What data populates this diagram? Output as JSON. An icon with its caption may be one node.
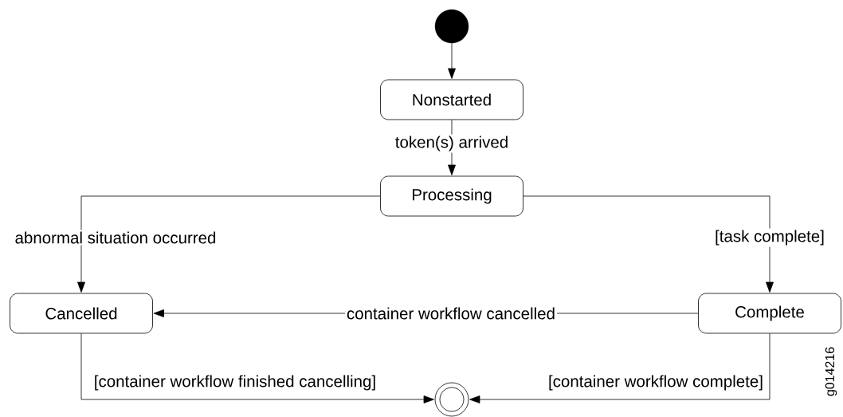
{
  "diagram": {
    "nodes": [
      {
        "text": [],
        "shape": "circle"
      },
      {
        "text": [
          "Nonstarted"
        ]
      },
      {
        "text": [
          "Processing"
        ]
      },
      {
        "text": [
          "Cancelled"
        ]
      },
      {
        "text": [
          "Complete"
        ]
      },
      {
        "text": [],
        "shape": "circle"
      }
    ],
    "edges": [
      {
        "from": 0,
        "to": 1,
        "arrow": "to"
      },
      {
        "from": 1,
        "to": 2,
        "arrow": "to",
        "label": "token(s) arrived"
      },
      {
        "from": 2,
        "to": 3,
        "arrow": "to",
        "label": "abnormal situation occurred"
      },
      {
        "from": 2,
        "to": 4,
        "arrow": "to",
        "label": "[task complete]"
      },
      {
        "from": 4,
        "to": 3,
        "arrow": "to",
        "label": "container workflow cancelled"
      },
      {
        "from": 3,
        "to": 5,
        "arrow": "to",
        "label": "[container workflow finished cancelling]"
      },
      {
        "from": 4,
        "to": 5,
        "arrow": "to",
        "label": "[container workflow complete]"
      }
    ],
    "labels": [
      "g014216"
    ]
  }
}
